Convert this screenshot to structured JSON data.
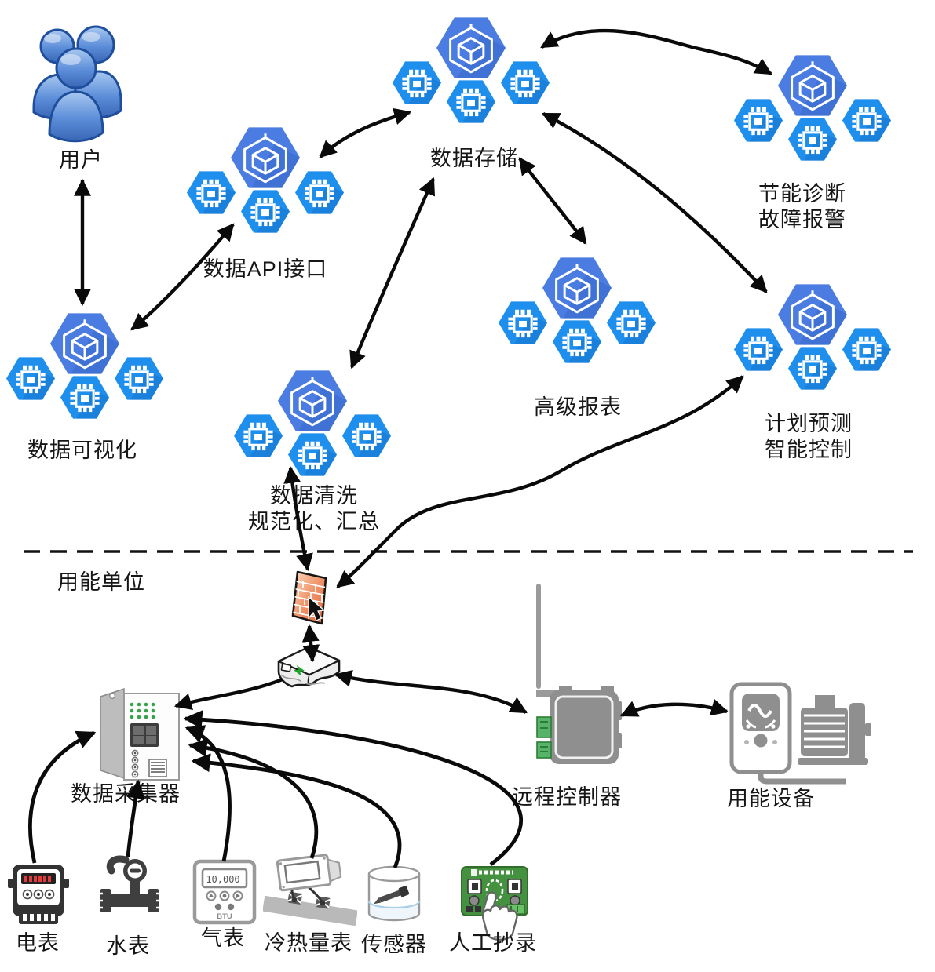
{
  "zone_divider": {
    "label": "用能单位"
  },
  "nodes": {
    "user": {
      "label": "用户",
      "icon": "users-icon"
    },
    "data_api": {
      "label": "数据API接口",
      "icon": "hex-cluster-icon"
    },
    "data_storage": {
      "label": "数据存储",
      "icon": "hex-cluster-icon"
    },
    "energy_diagnosis": {
      "label": "节能诊断\n故障报警",
      "icon": "hex-cluster-icon"
    },
    "data_visualization": {
      "label": "数据可视化",
      "icon": "hex-cluster-icon"
    },
    "data_cleaning": {
      "label": "数据清洗\n规范化、汇总",
      "icon": "hex-cluster-icon"
    },
    "advanced_reports": {
      "label": "高级报表",
      "icon": "hex-cluster-icon"
    },
    "plan_forecast": {
      "label": "计划预测\n智能控制",
      "icon": "hex-cluster-icon"
    },
    "firewall": {
      "icon": "firewall-icon"
    },
    "router": {
      "icon": "router-icon"
    },
    "data_collector": {
      "label": "数据采集器",
      "icon": "din-device-icon"
    },
    "remote_controller": {
      "label": "远程控制器",
      "icon": "wireless-controller-icon"
    },
    "energy_equipment": {
      "label": "用能设备",
      "icon": "meter-motor-icon"
    },
    "electric_meter": {
      "label": "电表",
      "icon": "electric-meter-icon"
    },
    "water_meter": {
      "label": "水表",
      "icon": "water-meter-icon"
    },
    "gas_meter": {
      "label": "气表",
      "icon": "gas-meter-icon",
      "display_value": "10,000",
      "unit_text": "BTU"
    },
    "heat_meter": {
      "label": "冷热量表",
      "icon": "heat-meter-icon"
    },
    "sensor": {
      "label": "传感器",
      "icon": "tank-sensor-icon"
    },
    "manual_reading": {
      "label": "人工抄录",
      "icon": "manual-entry-icon"
    }
  },
  "colors": {
    "cluster_hex_large": "#4a7ce2",
    "cluster_hex_small": "#1f8fed",
    "arrow": "#0a0a0a",
    "firewall_orange": "#e87a4e",
    "device_gray": "#8f8f8f",
    "pcb_green": "#44913f",
    "user_blue": "#5b8dd9"
  },
  "connections": [
    {
      "from": "user",
      "to": "data_visualization",
      "dir": "both"
    },
    {
      "from": "data_visualization",
      "to": "data_api",
      "dir": "both"
    },
    {
      "from": "data_api",
      "to": "data_storage",
      "dir": "both"
    },
    {
      "from": "data_storage",
      "to": "data_cleaning",
      "dir": "both"
    },
    {
      "from": "data_storage",
      "to": "advanced_reports",
      "dir": "both"
    },
    {
      "from": "data_storage",
      "to": "energy_diagnosis",
      "dir": "both"
    },
    {
      "from": "data_storage",
      "to": "plan_forecast",
      "dir": "both"
    },
    {
      "from": "data_cleaning",
      "to": "firewall",
      "dir": "both"
    },
    {
      "from": "plan_forecast",
      "to": "firewall",
      "dir": "both"
    },
    {
      "from": "firewall",
      "to": "router",
      "dir": "both"
    },
    {
      "from": "router",
      "to": "remote_controller",
      "dir": "both"
    },
    {
      "from": "router",
      "to": "data_collector",
      "dir": "to"
    },
    {
      "from": "remote_controller",
      "to": "energy_equipment",
      "dir": "both"
    },
    {
      "from": "electric_meter",
      "to": "data_collector",
      "dir": "to"
    },
    {
      "from": "water_meter",
      "to": "data_collector",
      "dir": "to"
    },
    {
      "from": "gas_meter",
      "to": "data_collector",
      "dir": "to"
    },
    {
      "from": "heat_meter",
      "to": "data_collector",
      "dir": "to"
    },
    {
      "from": "sensor",
      "to": "data_collector",
      "dir": "to"
    },
    {
      "from": "manual_reading",
      "to": "data_collector",
      "dir": "to"
    }
  ]
}
